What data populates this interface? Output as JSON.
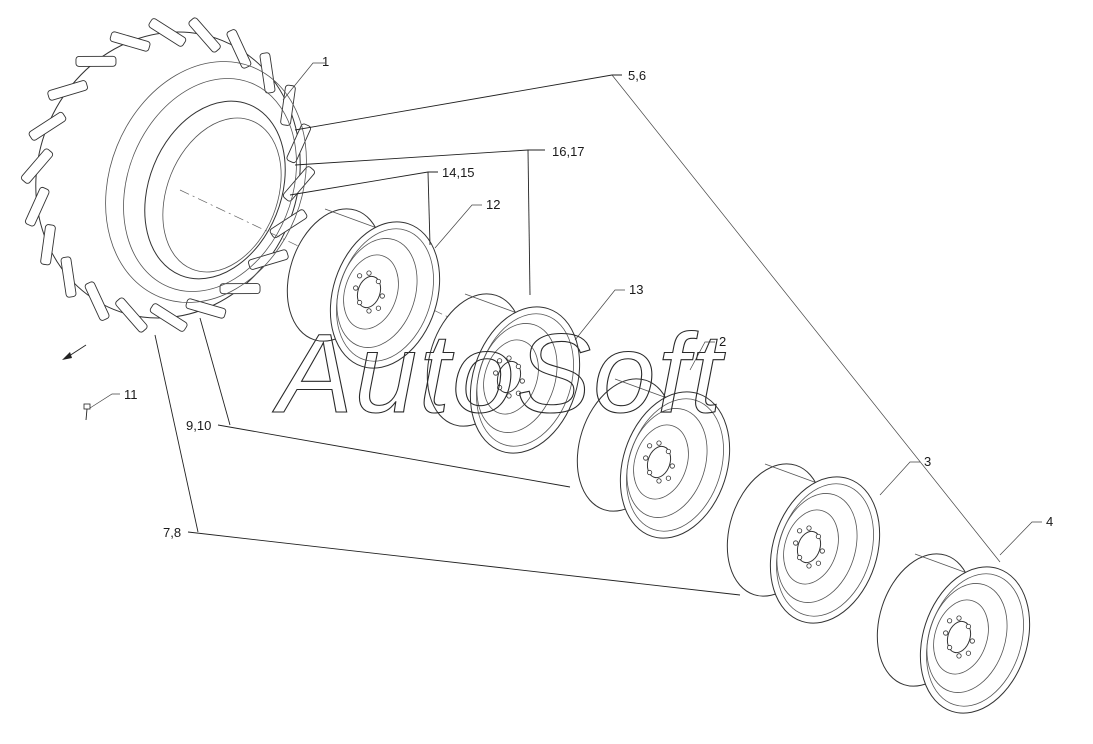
{
  "watermark": "AutoSoft",
  "callouts": {
    "c1": "1",
    "c5_6": "5,6",
    "c16_17": "16,17",
    "c14_15": "14,15",
    "c12": "12",
    "c13": "13",
    "c2": "2",
    "c11": "11",
    "c9_10": "9,10",
    "c3": "3",
    "c4": "4",
    "c7_8": "7,8"
  },
  "parts": {
    "tire": "tire-assembly",
    "rims": [
      "rim-12",
      "rim-13",
      "rim-2",
      "rim-3",
      "rim-4"
    ],
    "valve": "valve-11"
  }
}
